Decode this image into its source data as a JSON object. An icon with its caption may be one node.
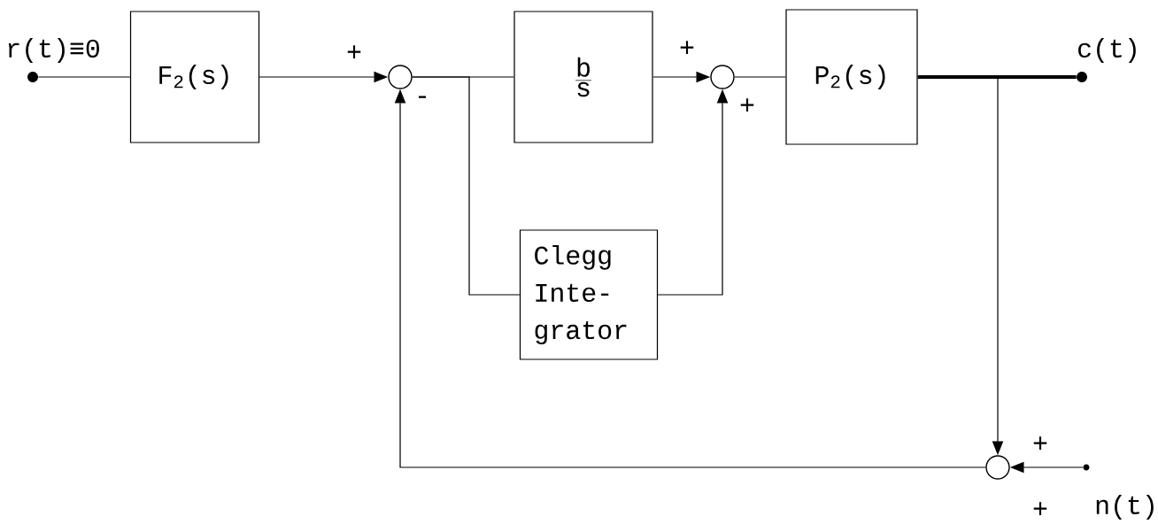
{
  "diagram": {
    "nodes": [
      {
        "text": [],
        "shape": "circle",
        "beside": [
          "r(t)≡0"
        ]
      },
      {
        "text": [
          "F$_{2}$(s)"
        ]
      },
      {
        "text": [],
        "shape": "circle"
      },
      {
        "text": [
          "b",
          "s"
        ]
      },
      {
        "text": [],
        "shape": "circle"
      },
      {
        "text": [
          "P$_{2}$(s)"
        ]
      },
      {
        "text": [],
        "shape": "circle",
        "beside": [
          "c(t)"
        ]
      },
      {
        "text": [
          "Clegg Inte- grator"
        ]
      },
      {
        "text": [],
        "shape": "circle"
      },
      {
        "text": [],
        "shape": "circle",
        "beside": [
          "n(t)"
        ]
      }
    ],
    "edges": [
      {
        "from": 0,
        "to": 1,
        "arrow": "none"
      },
      {
        "from": 1,
        "to": 2,
        "arrow": "to"
      },
      {
        "from": 2,
        "to": 3,
        "arrow": "none"
      },
      {
        "from": 2,
        "to": 7,
        "arrow": "none"
      },
      {
        "from": 3,
        "to": 4,
        "arrow": "to"
      },
      {
        "from": 7,
        "to": 4,
        "arrow": "to"
      },
      {
        "from": 4,
        "to": 5,
        "arrow": "none"
      },
      {
        "from": 5,
        "to": 6,
        "arrow": "none",
        "style": "thick"
      },
      {
        "from": 5,
        "to": 8,
        "arrow": "to"
      },
      {
        "from": 9,
        "to": 8,
        "arrow": "to"
      },
      {
        "from": 8,
        "to": 2,
        "arrow": "to"
      }
    ],
    "labels": [
      "+",
      "-",
      "+",
      "+",
      "+",
      "+"
    ]
  }
}
